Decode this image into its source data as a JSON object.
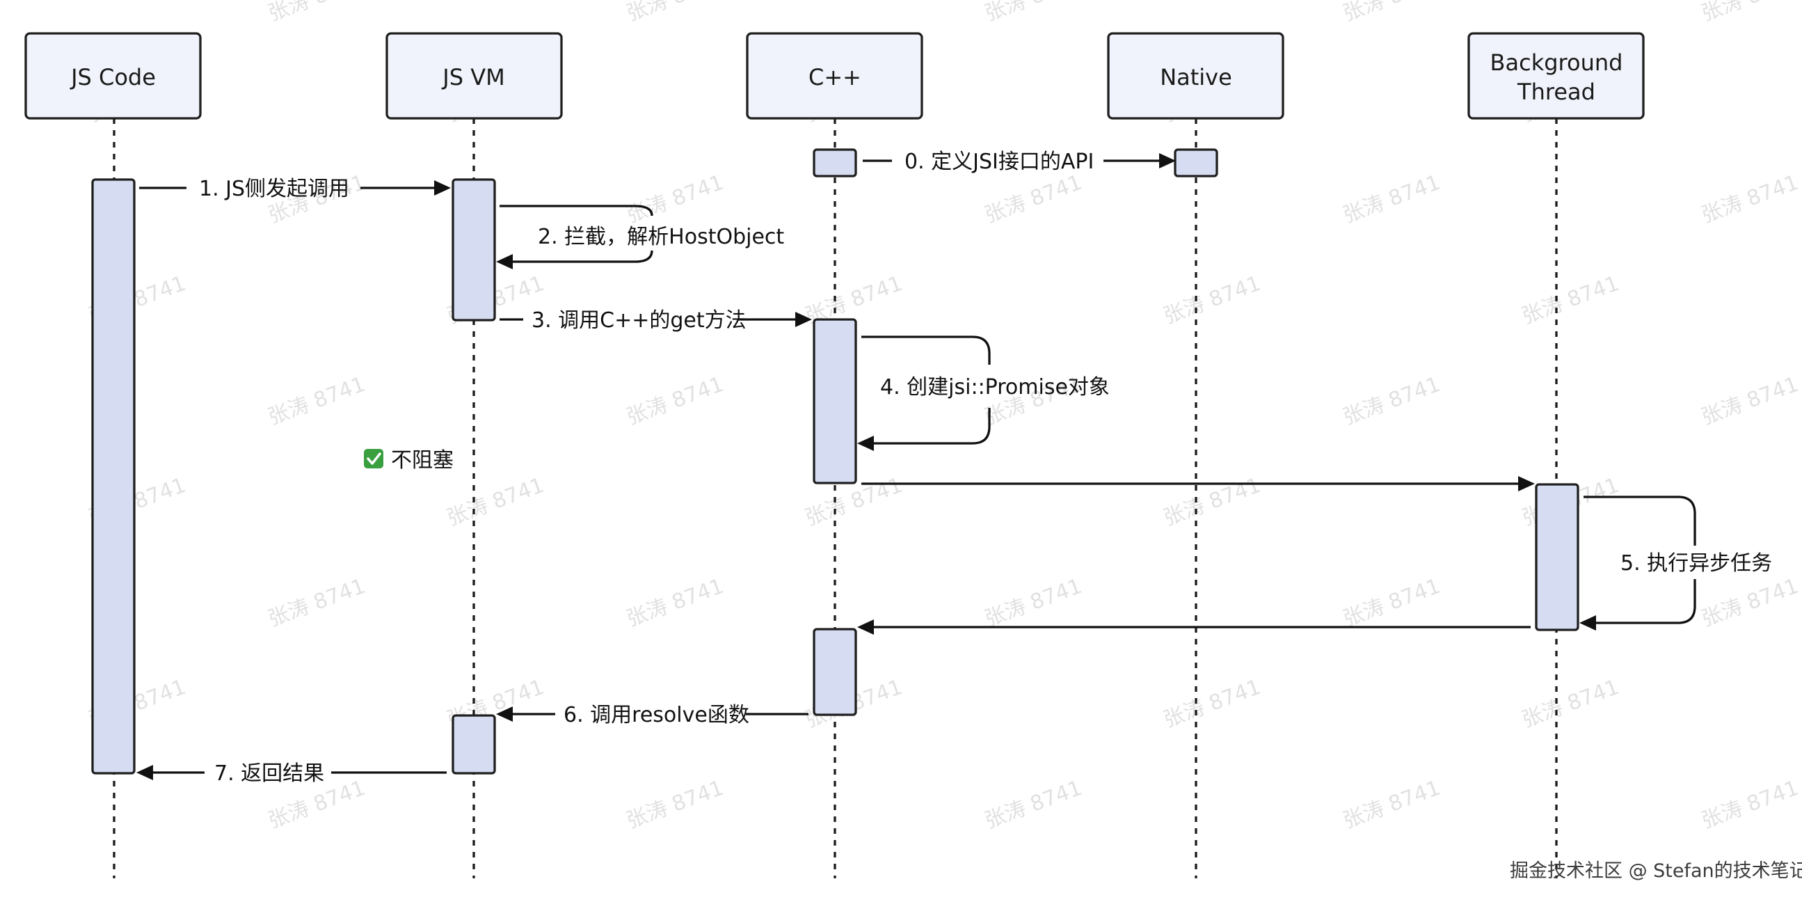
{
  "participants": [
    {
      "id": "js",
      "label": "JS Code"
    },
    {
      "id": "vm",
      "label": "JS VM"
    },
    {
      "id": "cpp",
      "label": "C++"
    },
    {
      "id": "native",
      "label": "Native"
    },
    {
      "id": "bg",
      "label_lines": [
        "Background",
        "Thread"
      ]
    }
  ],
  "messages": [
    {
      "id": "m0",
      "label": "0. 定义JSI接口的API"
    },
    {
      "id": "m1",
      "label": "1. JS侧发起调用"
    },
    {
      "id": "m2",
      "label": "2. 拦截，解析HostObject"
    },
    {
      "id": "m3",
      "label": "3. 调用C++的get方法"
    },
    {
      "id": "m4",
      "label": "4. 创建jsi::Promise对象"
    },
    {
      "id": "m5",
      "label": "5. 执行异步任务"
    },
    {
      "id": "m6",
      "label": "6. 调用resolve函数"
    },
    {
      "id": "m7",
      "label": "7. 返回结果"
    }
  ],
  "note": {
    "icon": "check-mark-icon",
    "label": "不阻塞"
  },
  "watermark": "张涛 8741",
  "footer": "掘金技术社区 @ Stefan的技术笔记",
  "colors": {
    "participant_fill": "#f0f3fb",
    "activation_fill": "#d6dcf1",
    "line": "#111111",
    "check": "#3a9f3f"
  }
}
